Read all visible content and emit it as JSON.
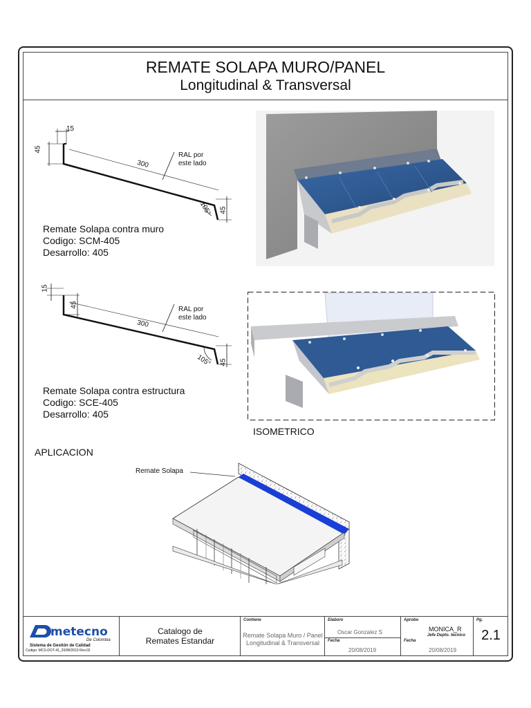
{
  "header": {
    "title": "REMATE SOLAPA MURO/PANEL",
    "subtitle": "Longitudinal & Transversal"
  },
  "profile_1": {
    "dim_top": "15",
    "dim_height": "45",
    "dim_length": "300",
    "dim_angle": "105°",
    "dim_drop": "45",
    "note_line1": "RAL por",
    "note_line2": "este lado",
    "name": "Remate Solapa contra muro",
    "code": "Codigo: SCM-405",
    "development": "Desarrollo: 405"
  },
  "profile_2": {
    "dim_top": "15",
    "dim_height": "45",
    "dim_length": "300",
    "dim_angle": "105°",
    "dim_drop": "45",
    "note_line1": "RAL por",
    "note_line2": "este lado",
    "name": "Remate Solapa contra estructura",
    "code": "Codigo: SCE-405",
    "development": "Desarrollo: 405"
  },
  "isometric_label": "ISOMETRICO",
  "application": {
    "heading": "APLICACION",
    "callout": "Remate Solapa"
  },
  "titleblock": {
    "logo_text": "metecno",
    "logo_sub": "De Colombia",
    "quality_line1": "Sistema de Gestión de Calidad",
    "quality_line2": "Codigo: MCS-DOT-41_20/08/2019 Rev.02",
    "catalog_line1": "Catalogo de",
    "catalog_line2": "Remates Estandar",
    "content_caption": "Contiene",
    "content_line1": "Remate Solapa Muro / Panel",
    "content_line2": "Longitudinal & Transversal",
    "prepared_caption": "Elaboro",
    "prepared_name": "Oscar Gonzalez S",
    "date_caption": "Fecha",
    "prepared_date": "20/08/2019",
    "approved_caption": "Aprobo",
    "approved_name": "MONICA_R",
    "approved_role": "Jefe Depto. tecnico",
    "approved_date_caption": "Fecha",
    "approved_date": "20/08/2019",
    "page_caption": "Pg.",
    "page_number": "2.1"
  },
  "colors": {
    "panel_blue": "#2f5a93",
    "flashing_blue": "#1a3fd6",
    "foam": "#efe6b8",
    "logo_blue": "#1d4fa8"
  }
}
